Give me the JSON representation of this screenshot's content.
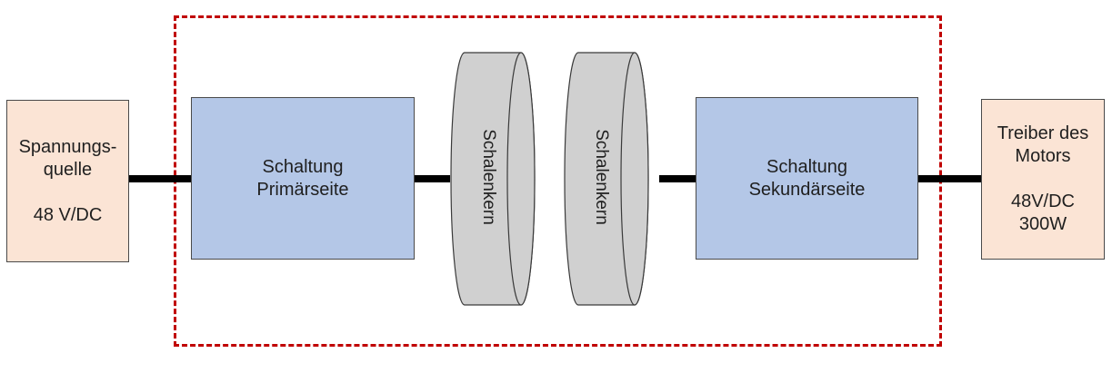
{
  "source_box": {
    "lines": "Spannungs-\nquelle\n\n48 V/DC"
  },
  "primary_box": {
    "lines": "Schaltung\nPrimärseite"
  },
  "core_left": {
    "label": "Schalenkern"
  },
  "core_right": {
    "label": "Schalenkern"
  },
  "secondary_box": {
    "lines": "Schaltung\nSekundärseite"
  },
  "driver_box": {
    "lines": "Treiber des\nMotors\n\n48V/DC\n300W"
  },
  "colors": {
    "boundary": "#c00000",
    "external_box_fill": "#fbe4d5",
    "circuit_box_fill": "#b4c7e7",
    "core_fill": "#d0d0d0",
    "wire": "#000000"
  }
}
